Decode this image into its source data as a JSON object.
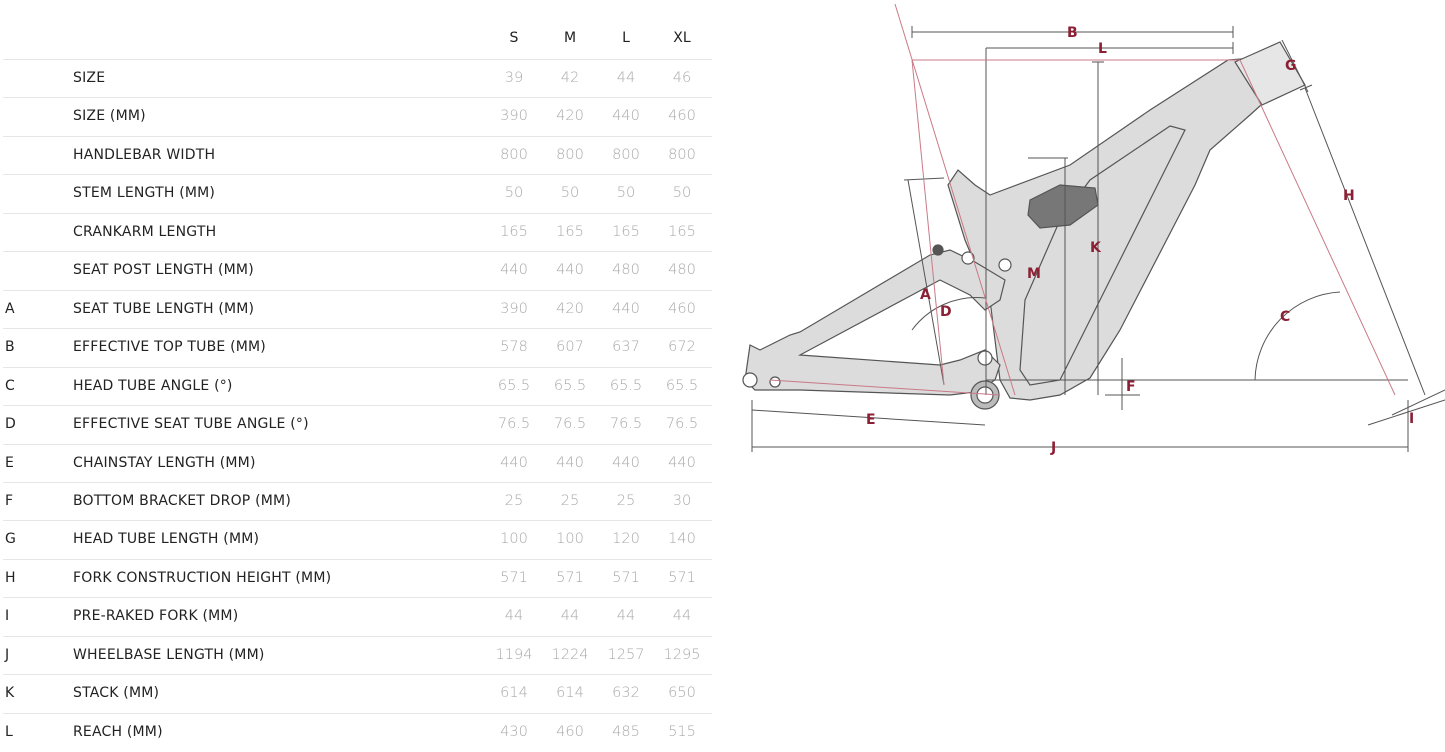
{
  "table": {
    "sizes": [
      "S",
      "M",
      "L",
      "XL"
    ],
    "rows": [
      {
        "letter": "",
        "label": "SIZE",
        "values": [
          "39",
          "42",
          "44",
          "46"
        ]
      },
      {
        "letter": "",
        "label": "SIZE (MM)",
        "values": [
          "390",
          "420",
          "440",
          "460"
        ]
      },
      {
        "letter": "",
        "label": "HANDLEBAR WIDTH",
        "values": [
          "800",
          "800",
          "800",
          "800"
        ]
      },
      {
        "letter": "",
        "label": "STEM LENGTH (MM)",
        "values": [
          "50",
          "50",
          "50",
          "50"
        ]
      },
      {
        "letter": "",
        "label": "CRANKARM LENGTH",
        "values": [
          "165",
          "165",
          "165",
          "165"
        ]
      },
      {
        "letter": "",
        "label": "SEAT POST LENGTH (MM)",
        "values": [
          "440",
          "440",
          "480",
          "480"
        ]
      },
      {
        "letter": "A",
        "label": "SEAT TUBE LENGTH (MM)",
        "values": [
          "390",
          "420",
          "440",
          "460"
        ]
      },
      {
        "letter": "B",
        "label": "EFFECTIVE TOP TUBE (MM)",
        "values": [
          "578",
          "607",
          "637",
          "672"
        ]
      },
      {
        "letter": "C",
        "label": "HEAD TUBE ANGLE (°)",
        "values": [
          "65.5",
          "65.5",
          "65.5",
          "65.5"
        ]
      },
      {
        "letter": "D",
        "label": "EFFECTIVE SEAT TUBE ANGLE (°)",
        "values": [
          "76.5",
          "76.5",
          "76.5",
          "76.5"
        ]
      },
      {
        "letter": "E",
        "label": "CHAINSTAY LENGTH (MM)",
        "values": [
          "440",
          "440",
          "440",
          "440"
        ]
      },
      {
        "letter": "F",
        "label": "BOTTOM BRACKET DROP (MM)",
        "values": [
          "25",
          "25",
          "25",
          "30"
        ]
      },
      {
        "letter": "G",
        "label": "HEAD TUBE LENGTH (MM)",
        "values": [
          "100",
          "100",
          "120",
          "140"
        ]
      },
      {
        "letter": "H",
        "label": "FORK CONSTRUCTION HEIGHT (MM)",
        "values": [
          "571",
          "571",
          "571",
          "571"
        ]
      },
      {
        "letter": "I",
        "label": "PRE-RAKED FORK (MM)",
        "values": [
          "44",
          "44",
          "44",
          "44"
        ]
      },
      {
        "letter": "J",
        "label": "WHEELBASE LENGTH (MM)",
        "values": [
          "1194",
          "1224",
          "1257",
          "1295"
        ]
      },
      {
        "letter": "K",
        "label": "STACK (MM)",
        "values": [
          "614",
          "614",
          "632",
          "650"
        ]
      },
      {
        "letter": "L",
        "label": "REACH (MM)",
        "values": [
          "430",
          "460",
          "485",
          "515"
        ]
      }
    ]
  },
  "diagram": {
    "labels": {
      "A": "A",
      "B": "B",
      "C": "C",
      "D": "D",
      "E": "E",
      "F": "F",
      "G": "G",
      "H": "H",
      "I": "I",
      "J": "J",
      "K": "K",
      "L": "L",
      "M": "M"
    },
    "colors": {
      "frame_fill": "#dcdcdc",
      "frame_stroke": "#555555",
      "dimension_lines": "#555555",
      "accent": "#8b1f33",
      "pink_line": "#c97a87"
    }
  }
}
